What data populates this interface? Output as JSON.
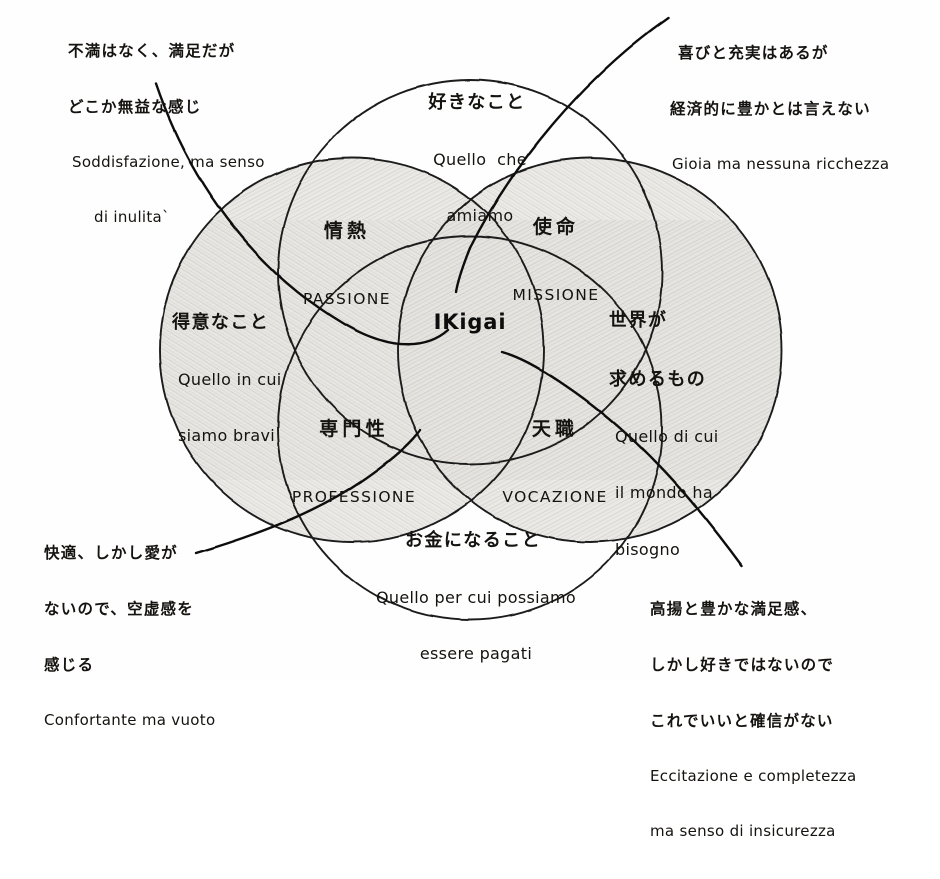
{
  "diagram": {
    "title": "Ikigai",
    "center": {
      "label": "IKigai"
    },
    "circles": [
      {
        "id": "love",
        "position": "top",
        "jp": "好きなこと",
        "it_line1": "Quello  che",
        "it_line2": "amiamo"
      },
      {
        "id": "good-at",
        "position": "left",
        "jp": "得意なこと",
        "it_line1": "Quello in cui",
        "it_line2": "siamo bravi"
      },
      {
        "id": "world-needs",
        "position": "right",
        "jp_line1": "世界が",
        "jp_line2": "求めるもの",
        "it_line1": "Quello di cui",
        "it_line2": "il mondo ha",
        "it_line3": "bisogno"
      },
      {
        "id": "paid-for",
        "position": "bottom",
        "jp": "お金になること",
        "it_line1": "Quello per cui possiamo",
        "it_line2": "essere pagati"
      }
    ],
    "intersections": [
      {
        "id": "passion",
        "position": "top-left",
        "jp": "情熱",
        "it": "PASSIONE"
      },
      {
        "id": "mission",
        "position": "top-right",
        "jp": "使命",
        "it": "MISSIONE"
      },
      {
        "id": "profession",
        "position": "bottom-left",
        "jp": "専門性",
        "it": "PROFESSIONE"
      },
      {
        "id": "vocation",
        "position": "bottom-right",
        "jp": "天職",
        "it": "VOCAZIONE"
      }
    ],
    "annotations": [
      {
        "id": "top-left-note",
        "position": "top-left",
        "jp_line1": "不満はなく、満足だが",
        "jp_line2": "どこか無益な感じ",
        "it_line1": "Soddisfazione, ma senso",
        "it_line2": "di inulita`"
      },
      {
        "id": "top-right-note",
        "position": "top-right",
        "jp_line1": "喜びと充実はあるが",
        "jp_line2": "経済的に豊かとは言えない",
        "it_line1": "Gioia ma nessuna ricchezza"
      },
      {
        "id": "bottom-left-note",
        "position": "bottom-left",
        "jp_line1": "快適、しかし愛が",
        "jp_line2": "ないので、空虚感を",
        "jp_line3": "感じる",
        "it_line1": "Confortante ma vuoto"
      },
      {
        "id": "bottom-right-note",
        "position": "bottom-right",
        "jp_line1": "高揚と豊かな満足感、",
        "jp_line2": "しかし好きではないので",
        "jp_line3": "これでいいと確信がない",
        "it_line1": "Eccitazione e completezza",
        "it_line2": "ma senso di insicurezza"
      }
    ],
    "style": {
      "stroke_color": "#1a1a1a",
      "shade_color": "#d8d6d2",
      "background": "#fefefe"
    }
  }
}
